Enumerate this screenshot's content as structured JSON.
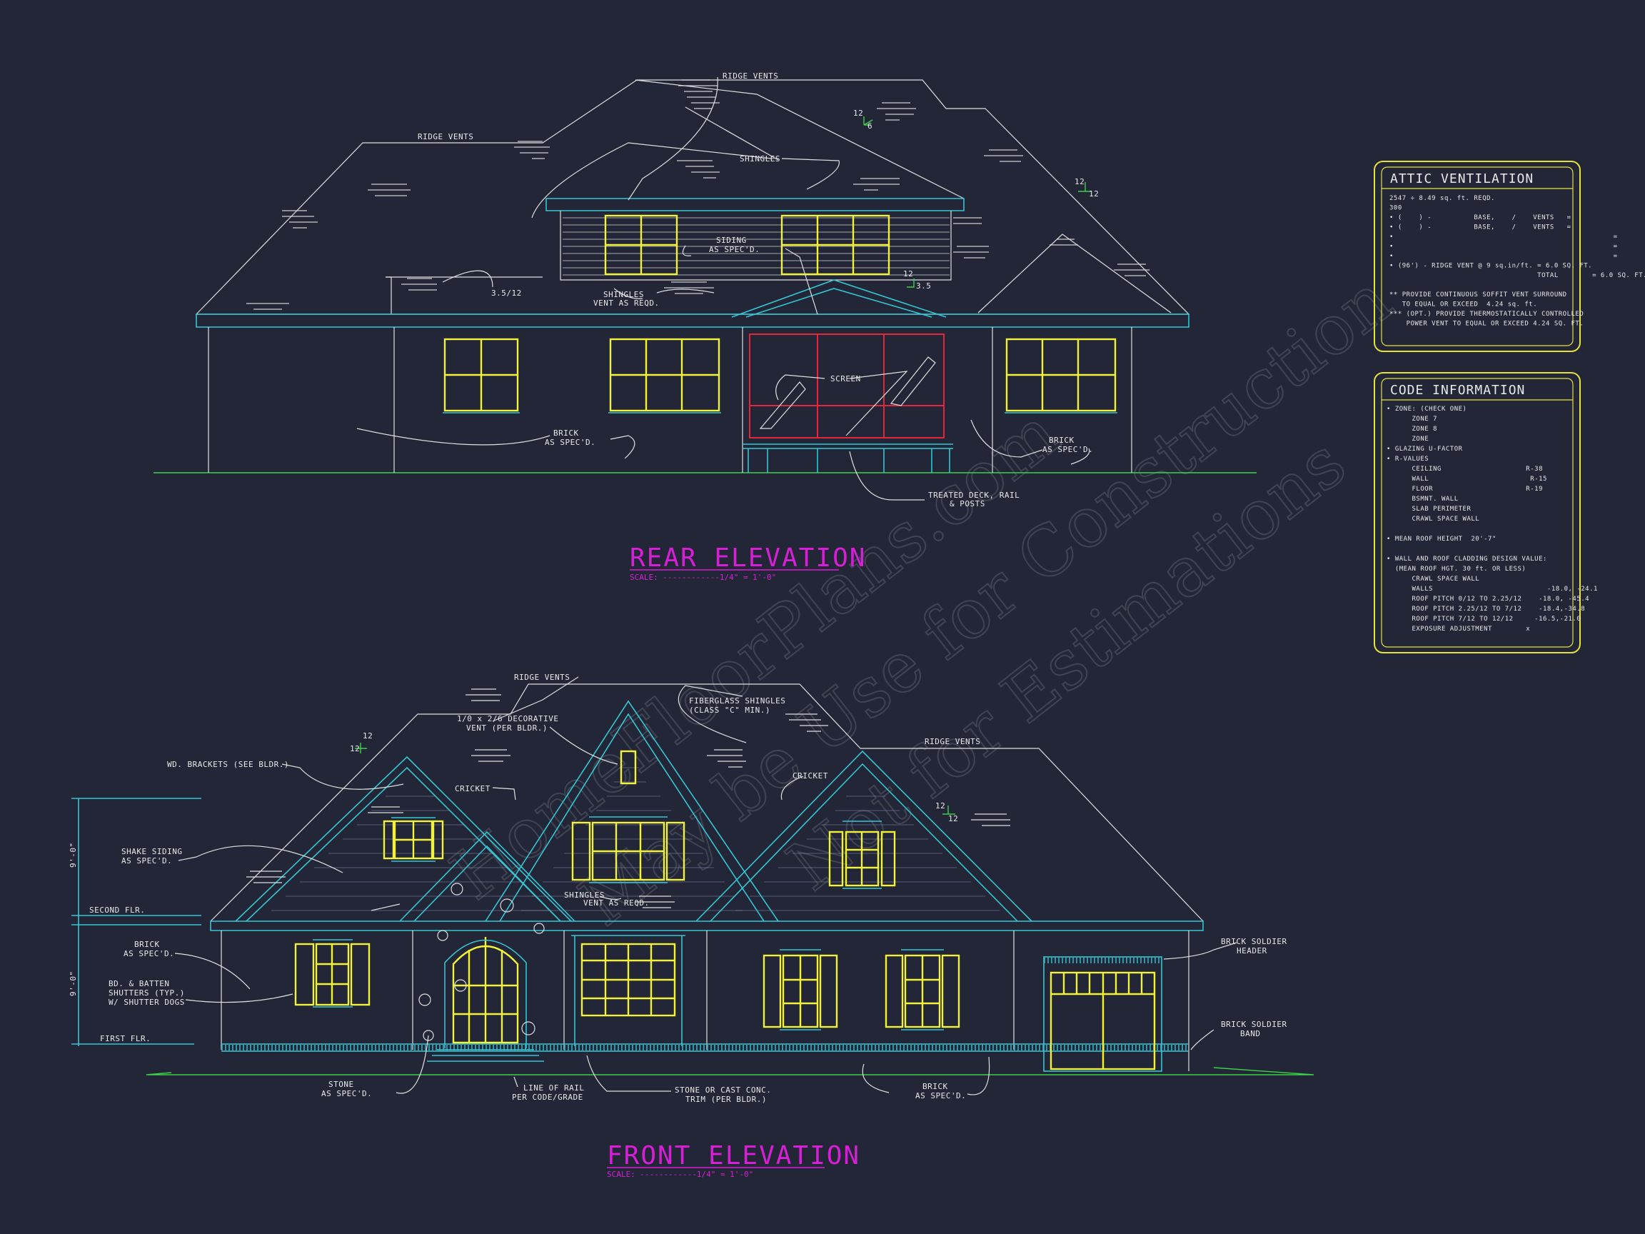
{
  "rear_elevation": {
    "title": "REAR ELEVATION",
    "scale": "SCALE: ------------1/4\" = 1'-0\"",
    "notes": {
      "ridge_vents_top": "RIDGE VENTS",
      "ridge_vents_left": "RIDGE VENTS",
      "shingles": "SHINGLES",
      "siding_1": "SIDING",
      "siding_2": "AS SPEC'D.",
      "pitch_left": "3.5/12",
      "shingles_vent_1": "SHINGLES",
      "shingles_vent_2": "VENT AS REQD.",
      "screen": "SCREEN",
      "brick_left_1": "BRICK",
      "brick_left_2": "AS SPEC'D.",
      "brick_right_1": "BRICK",
      "brick_right_2": "AS SPEC'D.",
      "deck_1": "TREATED DECK, RAIL",
      "deck_2": "& POSTS",
      "pitch_12a": "12",
      "pitch_6": "6",
      "pitch_12b": "12",
      "pitch_12c": "12",
      "pitch_12d": "12",
      "pitch_35": "3.5"
    }
  },
  "front_elevation": {
    "title": "FRONT ELEVATION",
    "scale": "SCALE: ------------1/4\" = 1'-0\"",
    "notes": {
      "ridge_vents_top": "RIDGE VENTS",
      "ridge_vents_right": "RIDGE VENTS",
      "fiberglass_1": "FIBERGLASS SHINGLES",
      "fiberglass_2": "(CLASS \"C\" MIN.)",
      "deco_vent_1": "1/0 x 2/6 DECORATIVE",
      "deco_vent_2": "VENT (PER BLDR.)",
      "brackets": "WD. BRACKETS (SEE BLDR.)",
      "cricket_left": "CRICKET",
      "cricket_right": "CRICKET",
      "shake_1": "SHAKE SIDING",
      "shake_2": "AS SPEC'D.",
      "second_flr": "SECOND FLR.",
      "first_flr": "FIRST FLR.",
      "dim_upper": "9'-0\"",
      "dim_lower": "9'-0\"",
      "brick_left_1": "BRICK",
      "brick_left_2": "AS SPEC'D.",
      "shutters_1": "BD. & BATTEN",
      "shutters_2": "SHUTTERS (TYP.)",
      "shutters_3": "W/ SHUTTER DOGS",
      "shingles_vent_1": "SHINGLES",
      "shingles_vent_2": "VENT AS REQD.",
      "soldier_header_1": "BRICK SOLDIER",
      "soldier_header_2": "HEADER",
      "soldier_band_1": "BRICK SOLDIER",
      "soldier_band_2": "BAND",
      "stone_1": "STONE",
      "stone_2": "AS SPEC'D.",
      "rail_1": "LINE OF RAIL",
      "rail_2": "PER CODE/GRADE",
      "trim_1": "STONE OR CAST CONC.",
      "trim_2": "TRIM (PER BLDR.)",
      "brick_right_1": "BRICK",
      "brick_right_2": "AS SPEC'D.",
      "pitch_12a": "12",
      "pitch_12b": "12",
      "pitch_12c": "12",
      "pitch_12d": "12"
    }
  },
  "attic_ventilation": {
    "title": "ATTIC VENTILATION",
    "lines": [
      "2547 ÷ 8.49 sq. ft. REQD.",
      "300",
      "• (    ) -          BASE,    /    VENTS   =",
      "• (    ) -          BASE,    /    VENTS   =",
      "•                                                    =",
      "•                                                    =",
      "•                                                    =",
      "• (96') - RIDGE VENT @ 9 sq.in/ft. = 6.0 SQ. FT.",
      "                                   TOTAL        = 6.0 SQ. FT.",
      "",
      "** PROVIDE CONTINUOUS SOFFIT VENT SURROUND",
      "   TO EQUAL OR EXCEED  4.24 sq. ft.",
      "*** (OPT.) PROVIDE THERMOSTATICALLY CONTROLLED",
      "    POWER VENT TO EQUAL OR EXCEED 4.24 SQ. FT."
    ]
  },
  "code_information": {
    "title": "CODE INFORMATION",
    "lines": [
      "• ZONE: (CHECK ONE)",
      "      ZONE 7",
      "      ZONE 8",
      "      ZONE",
      "• GLAZING U-FACTOR",
      "• R-VALUES",
      "      CEILING                    R-38",
      "      WALL                        R-15",
      "      FLOOR                      R-19",
      "      BSMNT. WALL",
      "      SLAB PERIMETER",
      "      CRAWL SPACE WALL",
      "",
      "• MEAN ROOF HEIGHT  20'-7\"",
      "",
      "• WALL AND ROOF CLADDING DESIGN VALUE:",
      "  (MEAN ROOF HGT. 30 ft. OR LESS)",
      "      CRAWL SPACE WALL",
      "      WALLS                           -18.0, -24.1",
      "      ROOF PITCH 0/12 TO 2.25/12    -18.0, -45.4",
      "      ROOF PITCH 2.25/12 TO 7/12    -18.4,-34.8",
      "      ROOF PITCH 7/12 TO 12/12     -16.5,-21.0",
      "      EXPOSURE ADJUSTMENT        x"
    ]
  },
  "watermark": {
    "line1": "HomeFloorPlans.com",
    "line2": "May be Use for Construction",
    "line3": "Not for Estimations"
  }
}
